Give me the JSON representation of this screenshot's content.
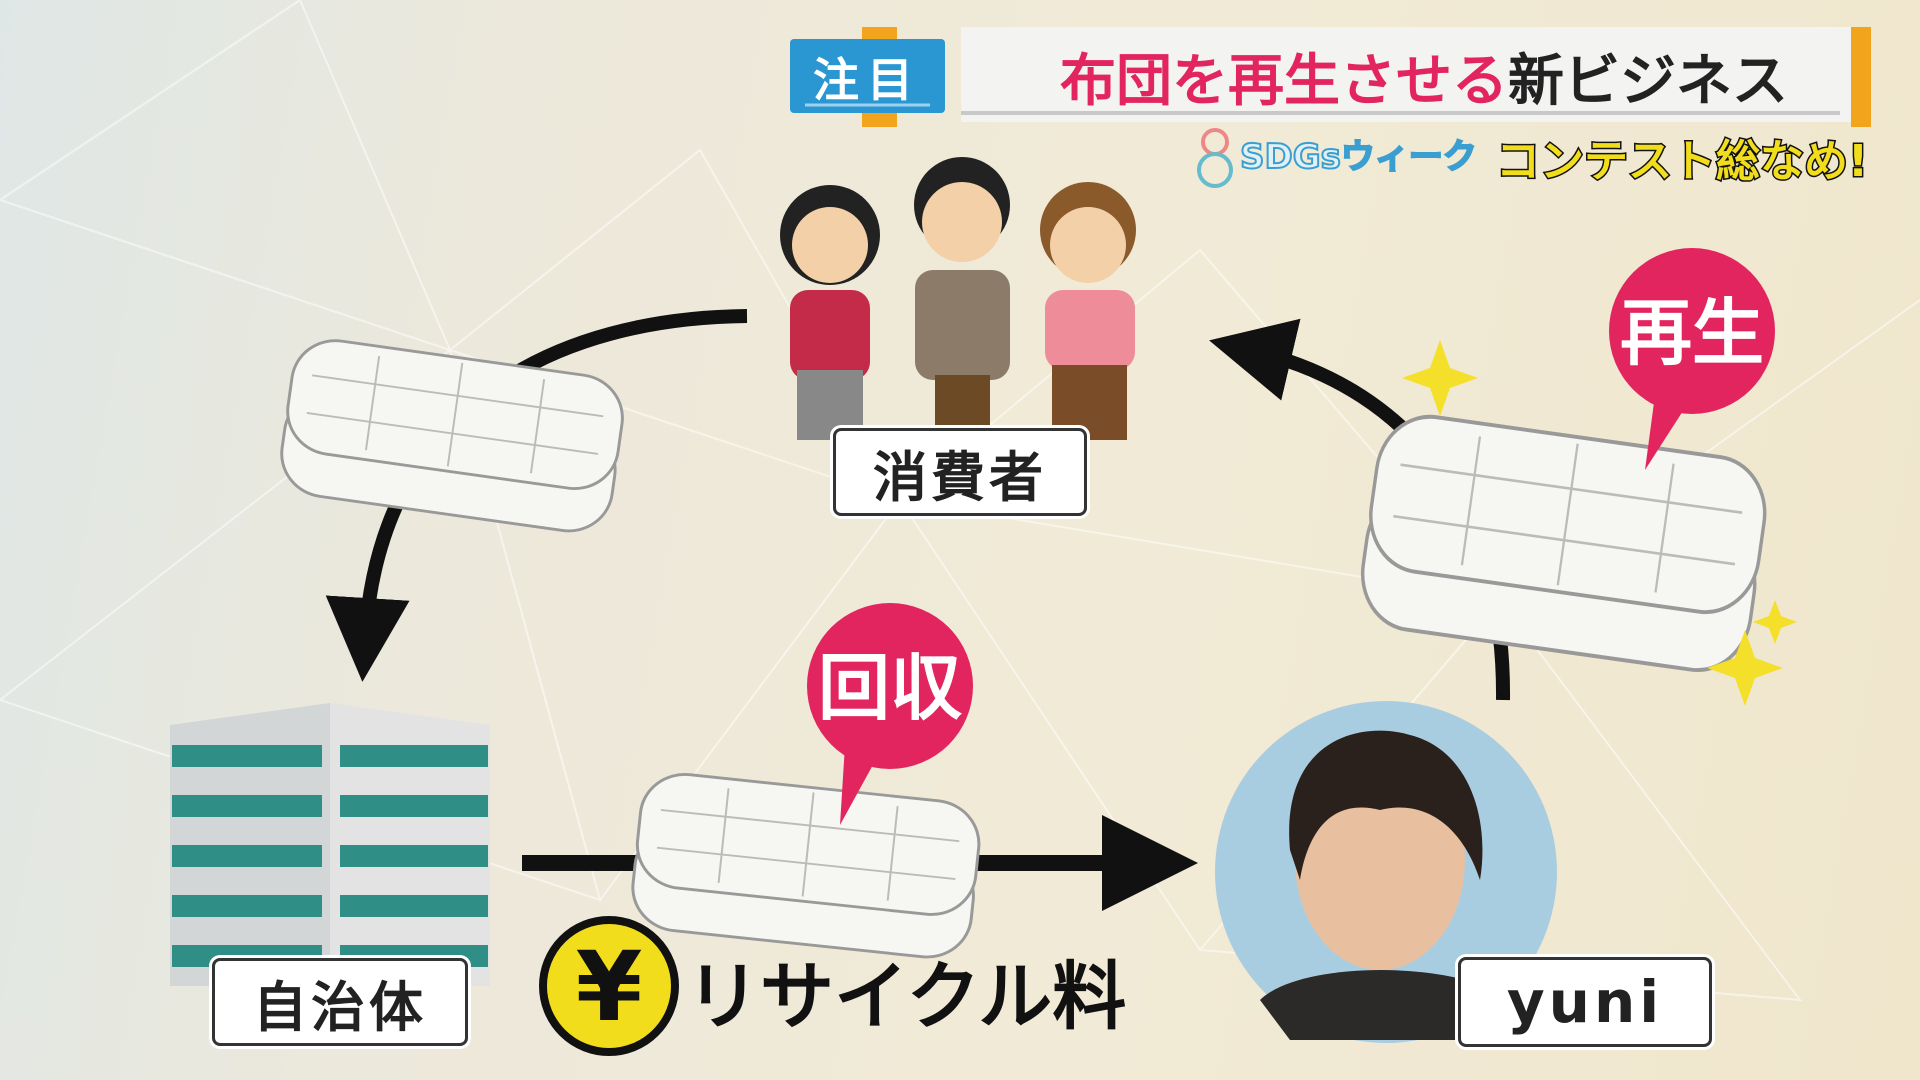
{
  "header": {
    "badge": "注目",
    "title_highlight": "布団を再生させる",
    "title_rest": "新ビジネス",
    "sdgs": "SDGsウィーク",
    "contest": "コンテスト総なめ!"
  },
  "nodes": {
    "consumer": "消費者",
    "municipality": "自治体",
    "company": "yuni"
  },
  "bubbles": {
    "regenerate": "再生",
    "collect": "回収"
  },
  "fee": {
    "yen": "¥",
    "label": "リサイクル料"
  },
  "colors": {
    "pink": "#e2245f",
    "blue": "#2a97d2",
    "yellow": "#f2dd1c"
  }
}
